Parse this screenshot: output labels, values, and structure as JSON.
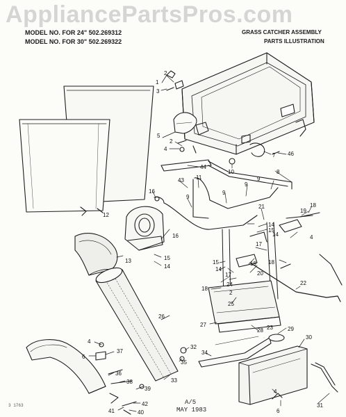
{
  "watermark": "AppliancePartsPros.com",
  "header": {
    "model_line_1": "MODEL NO. FOR 24\" 502.269312",
    "model_line_2": "MODEL NO. FOR 30\" 502.269322",
    "title_line_1": "GRASS CATCHER ASSEMBLY",
    "title_line_2": "PARTS ILLUSTRATION"
  },
  "footer": {
    "stamp_line_1": "A/5",
    "stamp_line_2": "MAY 1983",
    "corner_code": "3 1763"
  },
  "callouts": [
    {
      "id": "c1",
      "text": "1"
    },
    {
      "id": "c2",
      "text": "2"
    },
    {
      "id": "c3",
      "text": "3"
    },
    {
      "id": "c5",
      "text": "5"
    },
    {
      "id": "c2b",
      "text": "2"
    },
    {
      "id": "c4",
      "text": "4"
    },
    {
      "id": "c44",
      "text": "44"
    },
    {
      "id": "c10",
      "text": "10"
    },
    {
      "id": "c7",
      "text": "7"
    },
    {
      "id": "c46",
      "text": "46"
    },
    {
      "id": "c8",
      "text": "8"
    },
    {
      "id": "c9a",
      "text": "9"
    },
    {
      "id": "c9b",
      "text": "9"
    },
    {
      "id": "c9c",
      "text": "9"
    },
    {
      "id": "c9d",
      "text": "9"
    },
    {
      "id": "c16",
      "text": "16"
    },
    {
      "id": "c43",
      "text": "43"
    },
    {
      "id": "c11",
      "text": "11"
    },
    {
      "id": "c12",
      "text": "12"
    },
    {
      "id": "c18a",
      "text": "18"
    },
    {
      "id": "c19",
      "text": "19"
    },
    {
      "id": "c21",
      "text": "21"
    },
    {
      "id": "c14a",
      "text": "14"
    },
    {
      "id": "c15a",
      "text": "15"
    },
    {
      "id": "c14b",
      "text": "14"
    },
    {
      "id": "c4b",
      "text": "4"
    },
    {
      "id": "c16b",
      "text": "16"
    },
    {
      "id": "c17a",
      "text": "17"
    },
    {
      "id": "c13",
      "text": "13"
    },
    {
      "id": "c15b",
      "text": "15"
    },
    {
      "id": "c14c",
      "text": "14"
    },
    {
      "id": "c15c",
      "text": "15"
    },
    {
      "id": "c14d",
      "text": "14"
    },
    {
      "id": "c17b",
      "text": "17"
    },
    {
      "id": "c19b",
      "text": "19"
    },
    {
      "id": "c18b",
      "text": "18"
    },
    {
      "id": "c20",
      "text": "20"
    },
    {
      "id": "c18c",
      "text": "18"
    },
    {
      "id": "c24",
      "text": "24"
    },
    {
      "id": "c2c",
      "text": "2"
    },
    {
      "id": "c25",
      "text": "25"
    },
    {
      "id": "c26",
      "text": "26"
    },
    {
      "id": "c22",
      "text": "22"
    },
    {
      "id": "c27",
      "text": "27"
    },
    {
      "id": "c28",
      "text": "28"
    },
    {
      "id": "c29",
      "text": "29"
    },
    {
      "id": "c23",
      "text": "23"
    },
    {
      "id": "c30",
      "text": "30"
    },
    {
      "id": "c4c",
      "text": "4"
    },
    {
      "id": "c6a",
      "text": "6"
    },
    {
      "id": "c37",
      "text": "37"
    },
    {
      "id": "c32",
      "text": "32"
    },
    {
      "id": "c35",
      "text": "35"
    },
    {
      "id": "c34",
      "text": "34"
    },
    {
      "id": "c33",
      "text": "33"
    },
    {
      "id": "c36",
      "text": "36"
    },
    {
      "id": "c38",
      "text": "38"
    },
    {
      "id": "c39",
      "text": "39"
    },
    {
      "id": "c42",
      "text": "42"
    },
    {
      "id": "c41",
      "text": "41"
    },
    {
      "id": "c40",
      "text": "40"
    },
    {
      "id": "c31",
      "text": "31"
    },
    {
      "id": "c4d",
      "text": "4"
    },
    {
      "id": "c6b",
      "text": "6"
    }
  ]
}
